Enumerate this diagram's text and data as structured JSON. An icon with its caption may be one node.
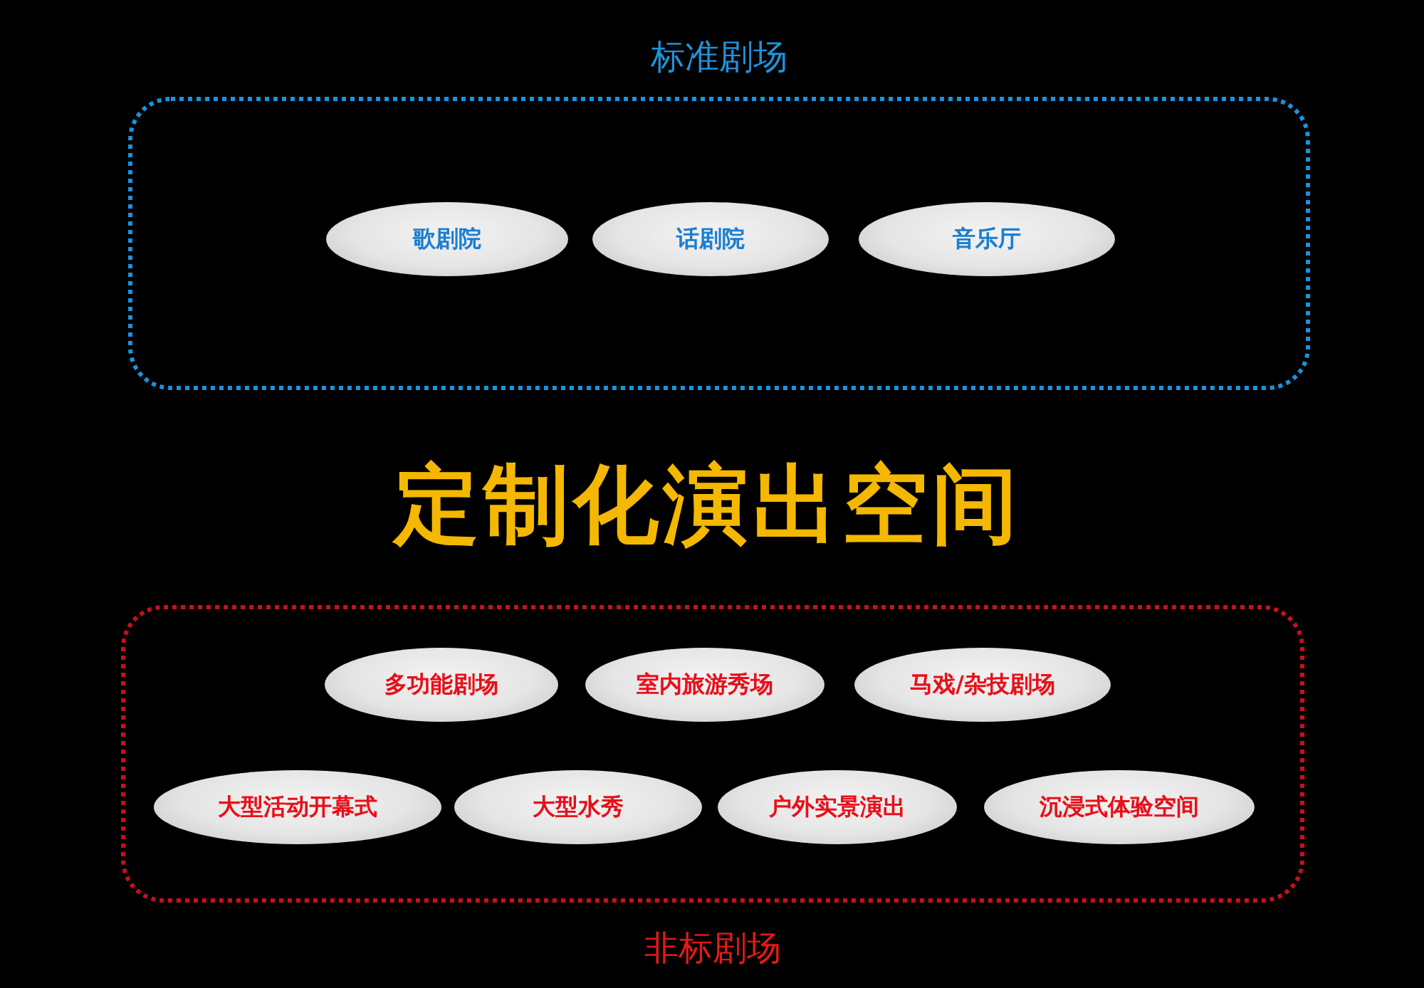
{
  "diagram": {
    "title": "定制化演出空间",
    "nodes": [
      {
        "text": [
          "标准剧场"
        ]
      },
      {
        "text": [
          "歌剧院"
        ],
        "in": 0
      },
      {
        "text": [
          "话剧院"
        ],
        "in": 0
      },
      {
        "text": [
          "音乐厅"
        ],
        "in": 0
      },
      {
        "text": [
          "非标剧场"
        ]
      },
      {
        "text": [
          "多功能剧场"
        ],
        "in": 4
      },
      {
        "text": [
          "室内旅游秀场"
        ],
        "in": 4
      },
      {
        "text": [
          "马戏/杂技剧场"
        ],
        "in": 4
      },
      {
        "text": [
          "大型活动开幕式"
        ],
        "in": 4
      },
      {
        "text": [
          "大型水秀"
        ],
        "in": 4
      },
      {
        "text": [
          "户外实景演出"
        ],
        "in": 4
      },
      {
        "text": [
          "沉浸式体验空间"
        ],
        "in": 4
      }
    ]
  }
}
